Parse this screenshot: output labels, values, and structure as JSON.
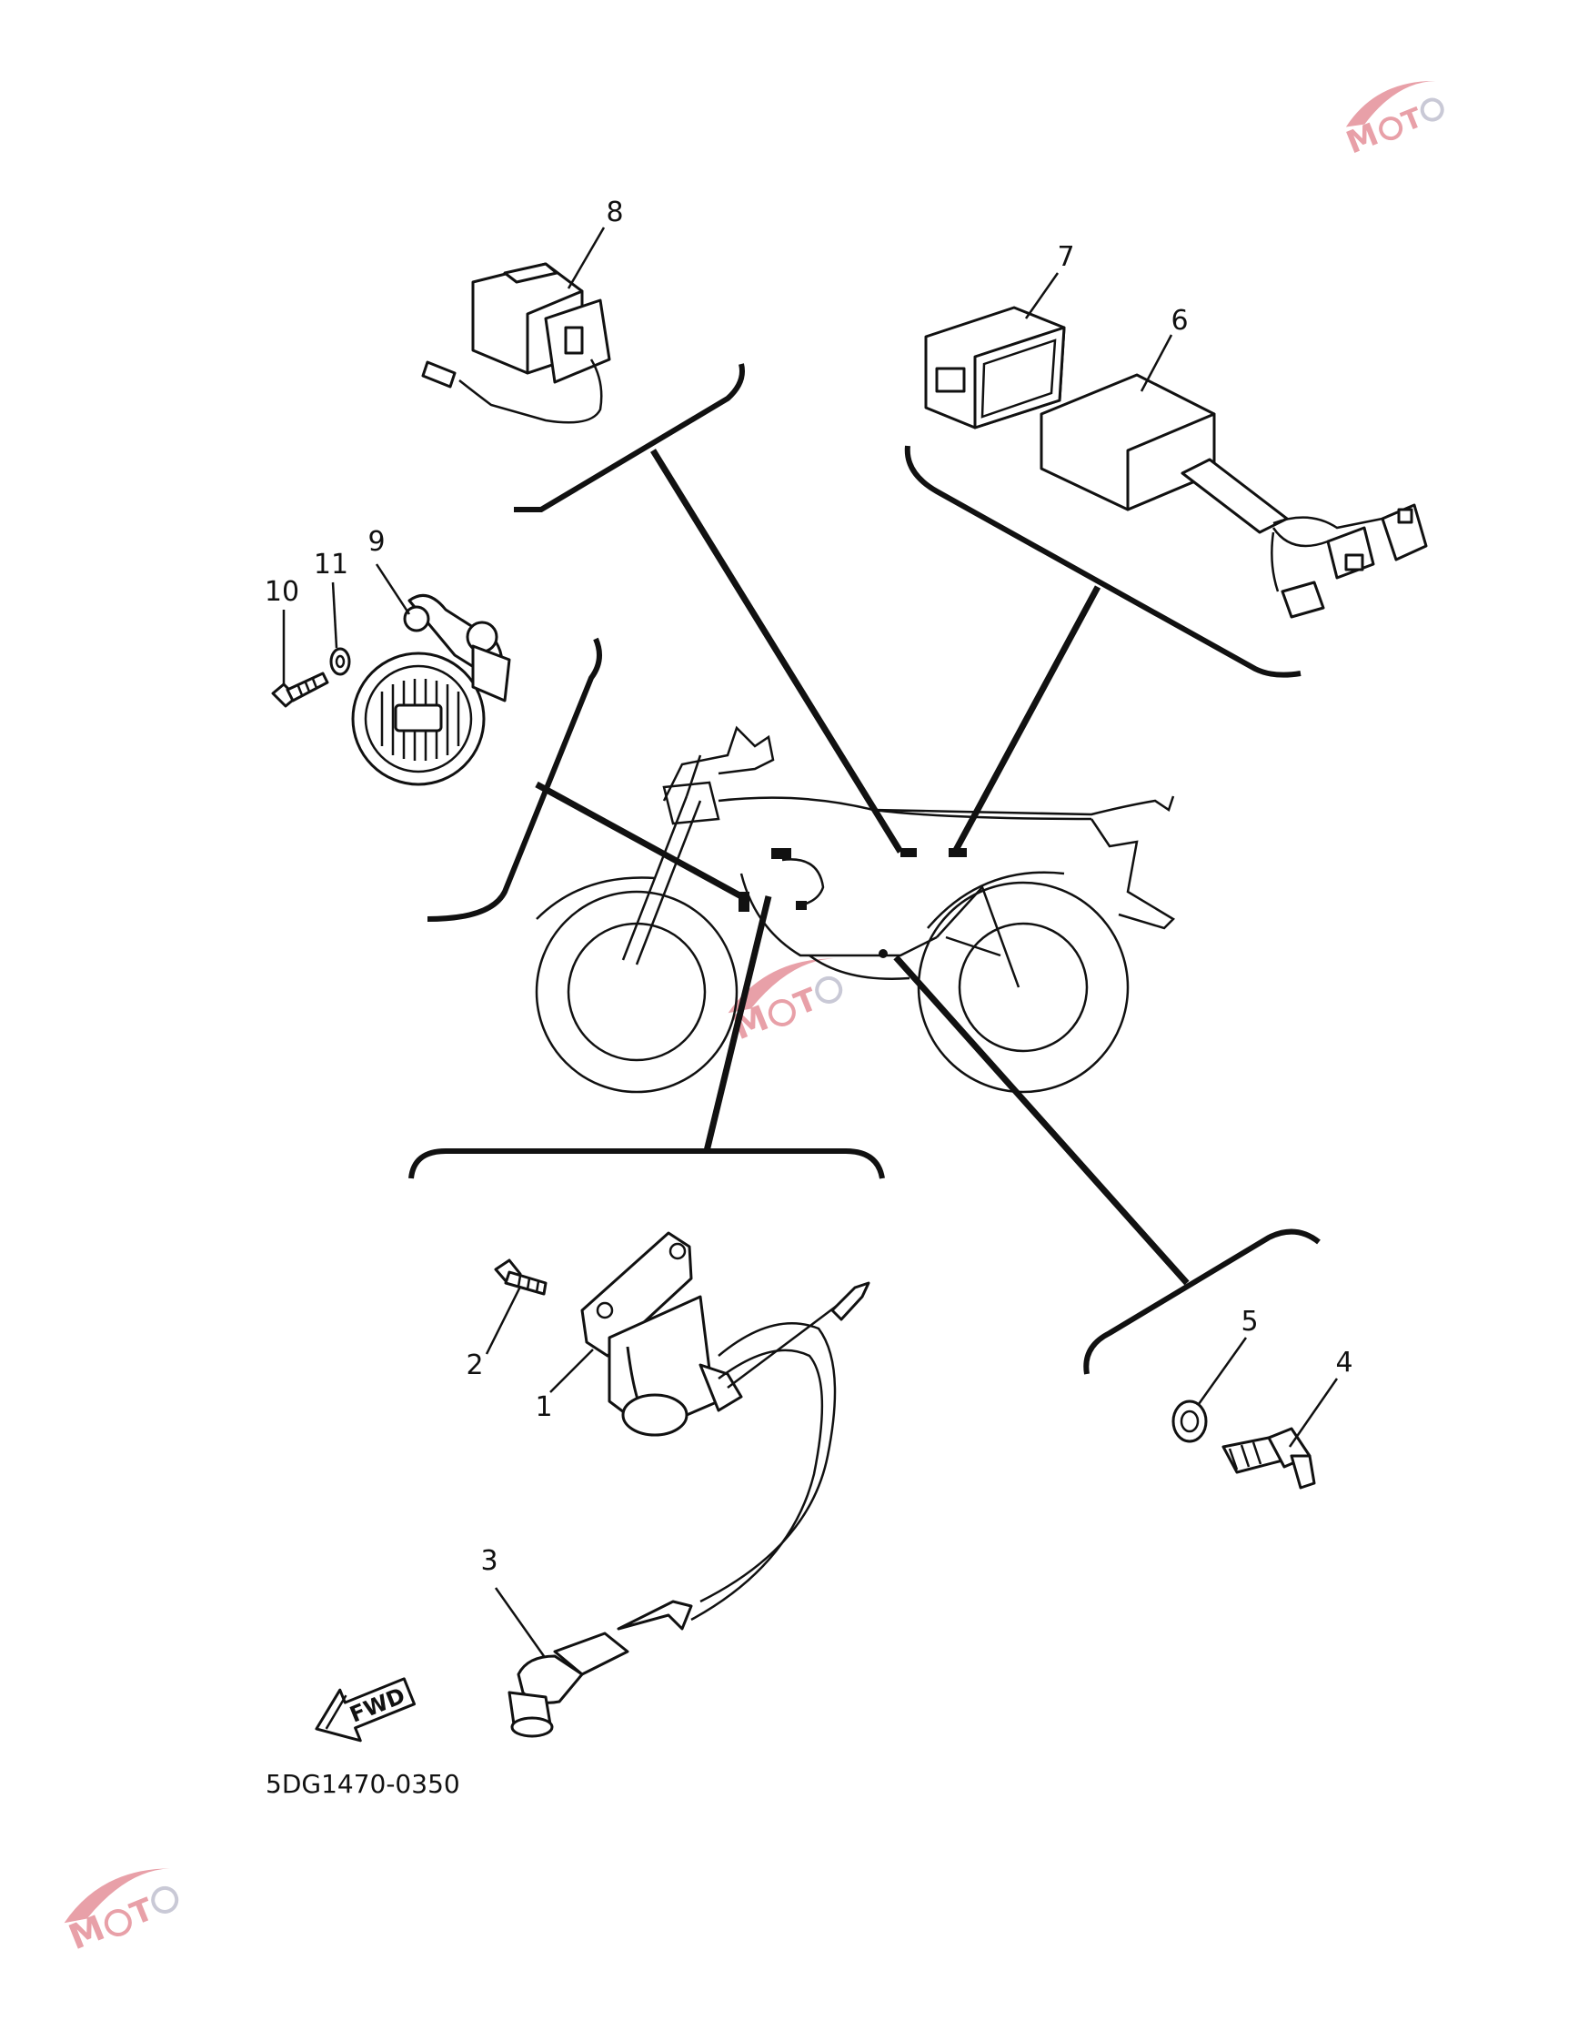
{
  "diagram": {
    "part_code": "5DG1470-0350",
    "direction_label": "FWD",
    "watermark": "MOTO",
    "parts": [
      {
        "id": "1"
      },
      {
        "id": "2"
      },
      {
        "id": "3"
      },
      {
        "id": "4"
      },
      {
        "id": "5"
      },
      {
        "id": "6"
      },
      {
        "id": "7"
      },
      {
        "id": "8"
      },
      {
        "id": "9"
      },
      {
        "id": "10"
      },
      {
        "id": "11"
      }
    ]
  }
}
